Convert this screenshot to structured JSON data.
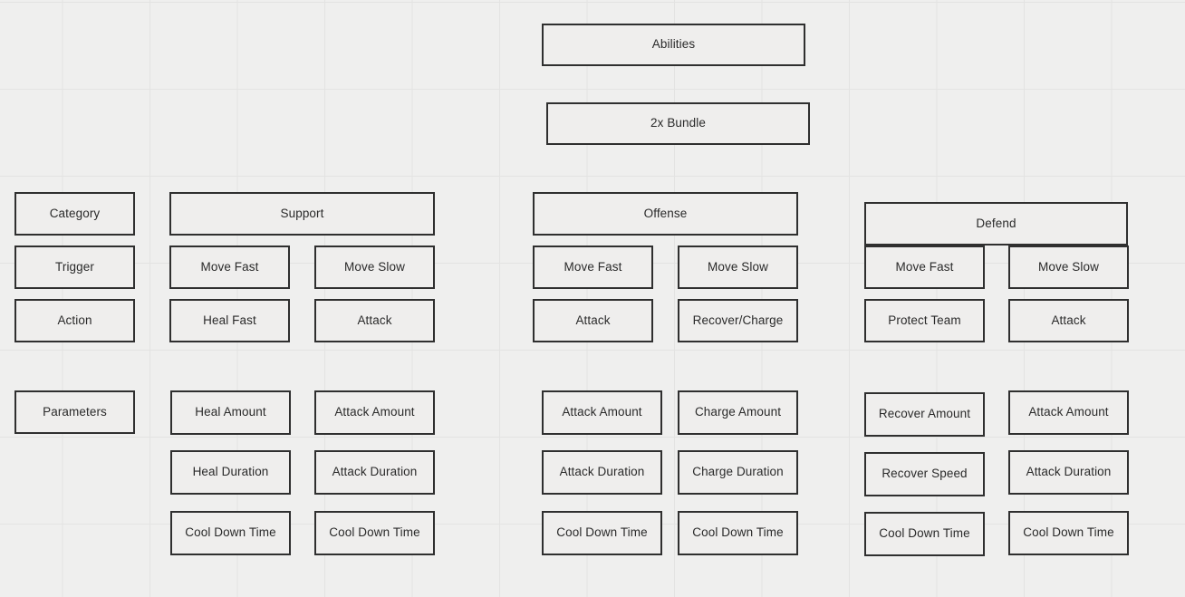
{
  "diagram": {
    "title": "Abilities",
    "background_color": "#efefee",
    "grid_line_color": "#e3e3e2",
    "node_border_color": "#2f2f2f",
    "node_fill_color": "#efeeed"
  },
  "root": {
    "abilities": "Abilities",
    "bundle": "2x Bundle"
  },
  "row_labels": {
    "category": "Category",
    "trigger": "Trigger",
    "action": "Action",
    "parameters": "Parameters"
  },
  "columns": [
    {
      "key": "support",
      "category": "Support",
      "branches": [
        {
          "trigger": "Move Fast",
          "action": "Heal Fast",
          "parameters": [
            "Heal Amount",
            "Heal Duration",
            "Cool Down Time"
          ]
        },
        {
          "trigger": "Move Slow",
          "action": "Attack",
          "parameters": [
            "Attack Amount",
            "Attack Duration",
            "Cool Down Time"
          ]
        }
      ]
    },
    {
      "key": "offense",
      "category": "Offense",
      "branches": [
        {
          "trigger": "Move Fast",
          "action": "Attack",
          "parameters": [
            "Attack Amount",
            "Attack Duration",
            "Cool Down Time"
          ]
        },
        {
          "trigger": "Move Slow",
          "action": "Recover/Charge",
          "parameters": [
            "Charge Amount",
            "Charge Duration",
            "Cool Down Time"
          ]
        }
      ]
    },
    {
      "key": "defend",
      "category": "Defend",
      "branches": [
        {
          "trigger": "Move Fast",
          "action": "Protect Team",
          "parameters": [
            "Recover Amount",
            "Recover Speed",
            "Cool Down Time"
          ]
        },
        {
          "trigger": "Move Slow",
          "action": "Attack",
          "parameters": [
            "Attack Amount",
            "Attack Duration",
            "Cool Down Time"
          ]
        }
      ]
    }
  ]
}
